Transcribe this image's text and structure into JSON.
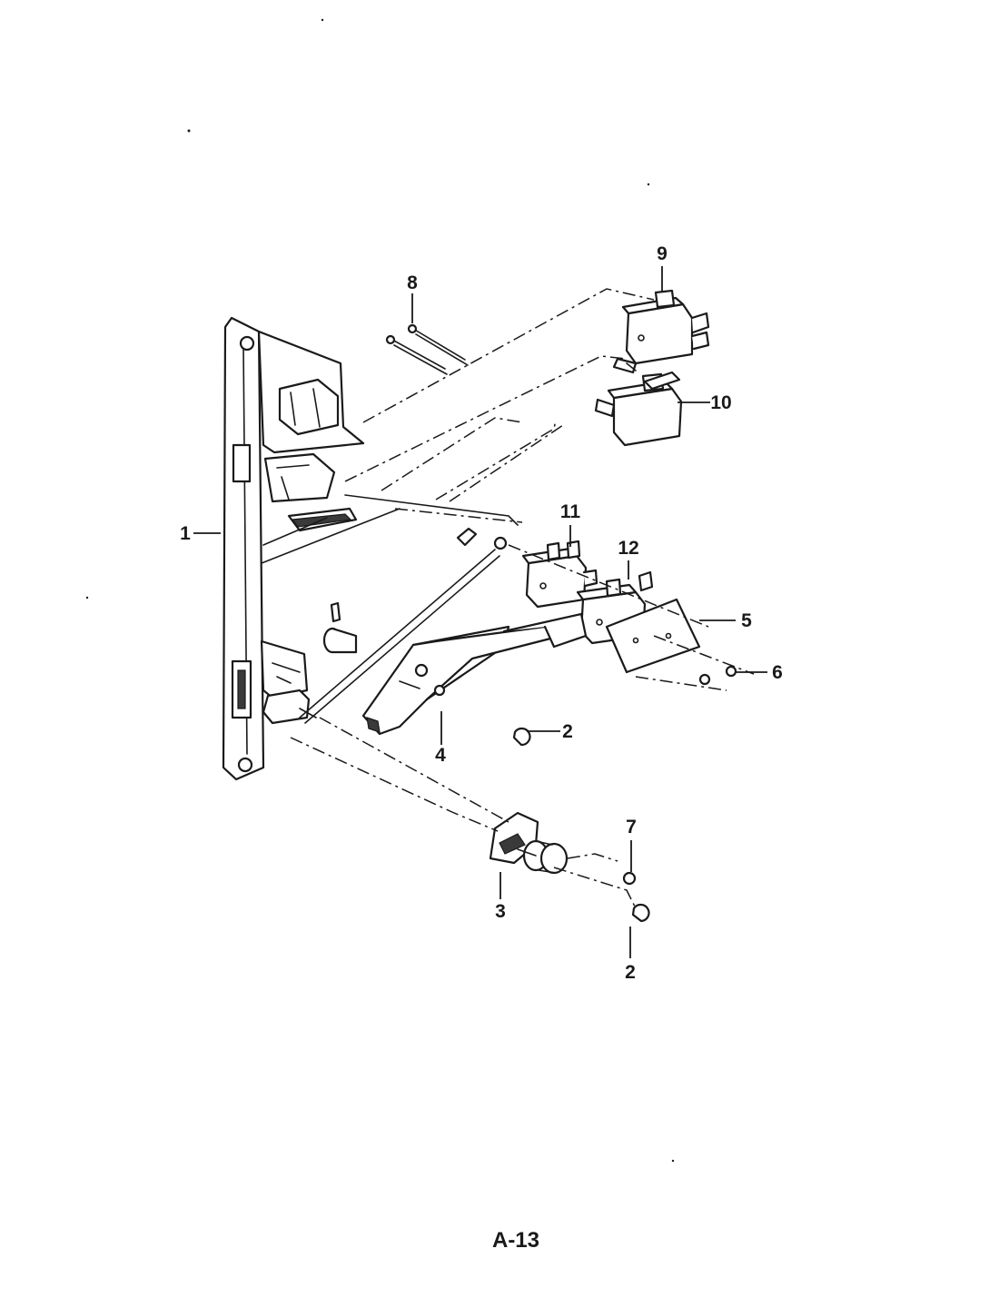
{
  "callouts": {
    "c1": "1",
    "c2a": "2",
    "c2b": "2",
    "c3": "3",
    "c4": "4",
    "c5": "5",
    "c6": "6",
    "c7": "7",
    "c8": "8",
    "c9": "9",
    "c10": "10",
    "c11": "11",
    "c12": "12"
  },
  "page_label": "A-13",
  "colors": {
    "ink": "#1a1a1a",
    "paper": "#ffffff"
  }
}
